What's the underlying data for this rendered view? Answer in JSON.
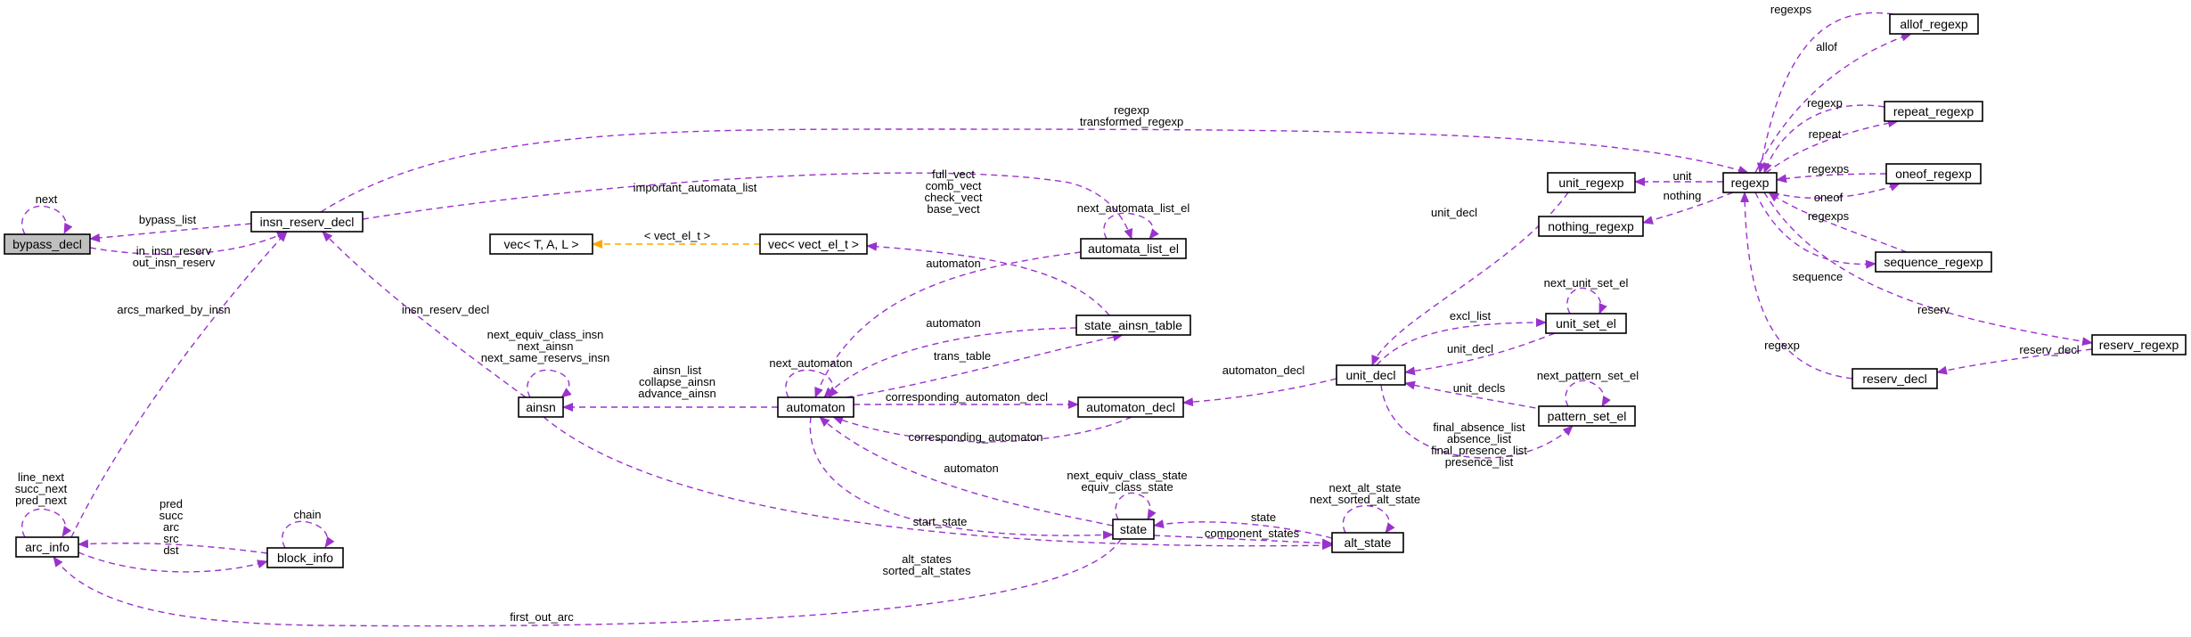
{
  "colors": {
    "edge": "#9a32cd",
    "template_edge": "#ffa500",
    "node_border": "#000000",
    "highlight_fill": "#bfbfbf",
    "node_fill": "#ffffff"
  },
  "nodes": {
    "bypass_decl": "bypass_decl",
    "insn_reserv_decl": "insn_reserv_decl",
    "arc_info": "arc_info",
    "block_info": "block_info",
    "vec_tal": "vec< T, A, L >",
    "vec_vect_el": "vec< vect_el_t >",
    "automata_list_el": "automata_list_el",
    "state_ainsn_table": "state_ainsn_table",
    "ainsn": "ainsn",
    "automaton": "automaton",
    "automaton_decl": "automaton_decl",
    "state": "state",
    "alt_state": "alt_state",
    "unit_decl": "unit_decl",
    "unit_set_el": "unit_set_el",
    "pattern_set_el": "pattern_set_el",
    "unit_regexp": "unit_regexp",
    "nothing_regexp": "nothing_regexp",
    "regexp": "regexp",
    "allof_regexp": "allof_regexp",
    "repeat_regexp": "repeat_regexp",
    "oneof_regexp": "oneof_regexp",
    "sequence_regexp": "sequence_regexp",
    "reserv_regexp": "reserv_regexp",
    "reserv_decl": "reserv_decl"
  },
  "edge_labels": {
    "next": [
      "next"
    ],
    "bypass_list": [
      "bypass_list"
    ],
    "in_out_insn_reserv": [
      "in_insn_reserv",
      "out_insn_reserv"
    ],
    "arcs_marked_by_insn": [
      "arcs_marked_by_insn"
    ],
    "arc_self": [
      "line_next",
      "succ_next",
      "pred_next"
    ],
    "arc_block": [
      "pred",
      "succ",
      "arc",
      "src",
      "dst"
    ],
    "chain": [
      "chain"
    ],
    "first_out_arc": [
      "first_out_arc"
    ],
    "insn_reserv_decl": [
      "insn_reserv_decl"
    ],
    "ainsn_self": [
      "next_equiv_class_insn",
      "next_ainsn",
      "next_same_reservs_insn"
    ],
    "ainsn_list": [
      "ainsn_list",
      "collapse_ainsn",
      "advance_ainsn"
    ],
    "alt_states": [
      "alt_states",
      "sorted_alt_states"
    ],
    "important_automata_list": [
      "important_automata_list"
    ],
    "regexp_transformed": [
      "regexp",
      "transformed_regexp"
    ],
    "vect_el_t": [
      "< vect_el_t >"
    ],
    "vect_fields": [
      "full_vect",
      "comb_vect",
      "check_vect",
      "base_vect"
    ],
    "next_automata_list_el": [
      "next_automata_list_el"
    ],
    "automaton_from_list": [
      "automaton"
    ],
    "automaton_from_table": [
      "automaton"
    ],
    "next_automaton": [
      "next_automaton"
    ],
    "trans_table": [
      "trans_table"
    ],
    "corresponding_automaton_decl": [
      "corresponding_automaton_decl"
    ],
    "corresponding_automaton": [
      "corresponding_automaton"
    ],
    "automaton_from_state": [
      "automaton"
    ],
    "start_state": [
      "start_state"
    ],
    "state_self": [
      "next_equiv_class_state",
      "equiv_class_state"
    ],
    "state_alt": [
      "state"
    ],
    "component_states": [
      "component_states"
    ],
    "alt_self": [
      "next_alt_state",
      "next_sorted_alt_state"
    ],
    "automaton_decl": [
      "automaton_decl"
    ],
    "unit_decl_from_regexp": [
      "unit_decl"
    ],
    "excl_list": [
      "excl_list"
    ],
    "unit_decl_from_set": [
      "unit_decl"
    ],
    "next_unit_set_el": [
      "next_unit_set_el"
    ],
    "unit_decls": [
      "unit_decls"
    ],
    "next_pattern_set_el": [
      "next_pattern_set_el"
    ],
    "presence_lists": [
      "final_absence_list",
      "absence_list",
      "final_presence_list",
      "presence_list"
    ],
    "unit": [
      "unit"
    ],
    "nothing": [
      "nothing"
    ],
    "regexps_allof": [
      "regexps"
    ],
    "allof": [
      "allof"
    ],
    "regexp_repeat": [
      "regexp"
    ],
    "repeat": [
      "repeat"
    ],
    "regexps_oneof": [
      "regexps"
    ],
    "oneof": [
      "oneof"
    ],
    "regexps_seq": [
      "regexps"
    ],
    "sequence": [
      "sequence"
    ],
    "reserv": [
      "reserv"
    ],
    "regexp_reserv_decl": [
      "regexp"
    ],
    "reserv_decl": [
      "reserv_decl"
    ]
  }
}
